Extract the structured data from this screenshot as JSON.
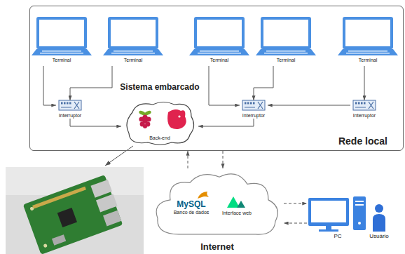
{
  "diagram": {
    "nodes": [
      {
        "text": [
          "Rede local"
        ]
      },
      {
        "text": [
          "Terminal"
        ],
        "in": 0
      },
      {
        "text": [
          "Terminal"
        ],
        "in": 0
      },
      {
        "text": [
          "Terminal"
        ],
        "in": 0
      },
      {
        "text": [
          "Terminal"
        ],
        "in": 0
      },
      {
        "text": [
          "Terminal"
        ],
        "in": 0
      },
      {
        "text": [
          "Interruptor"
        ],
        "in": 0
      },
      {
        "text": [
          "Sistema embarcado",
          "Back-end"
        ],
        "in": 0
      },
      {
        "text": [
          "Interruptor"
        ],
        "in": 0
      },
      {
        "text": [
          "Interruptor"
        ],
        "in": 0
      },
      {
        "text": [
          "Internet"
        ]
      },
      {
        "text": [
          "MySQL",
          "Banco de dados"
        ],
        "in": 10
      },
      {
        "text": [
          "Interface web"
        ],
        "in": 10
      },
      {
        "text": [
          "PC"
        ]
      },
      {
        "text": [
          "Usuário"
        ]
      }
    ],
    "edges": [
      {
        "from": 1,
        "to": 6,
        "arrow": "to"
      },
      {
        "from": 2,
        "to": 6,
        "arrow": "to"
      },
      {
        "from": 3,
        "to": 8,
        "arrow": "to"
      },
      {
        "from": 4,
        "to": 8,
        "arrow": "to"
      },
      {
        "from": 5,
        "to": 9,
        "arrow": "to"
      },
      {
        "from": 6,
        "to": 7,
        "arrow": "to"
      },
      {
        "from": 8,
        "to": 7,
        "arrow": "to"
      },
      {
        "from": 9,
        "to": 8,
        "arrow": "to"
      },
      {
        "from": 10,
        "to": 0,
        "arrow": "to"
      },
      {
        "from": 0,
        "to": 10,
        "arrow": "to"
      },
      {
        "from": 10,
        "to": 13,
        "arrow": "to"
      },
      {
        "from": 13,
        "to": 10,
        "arrow": "to"
      }
    ]
  }
}
